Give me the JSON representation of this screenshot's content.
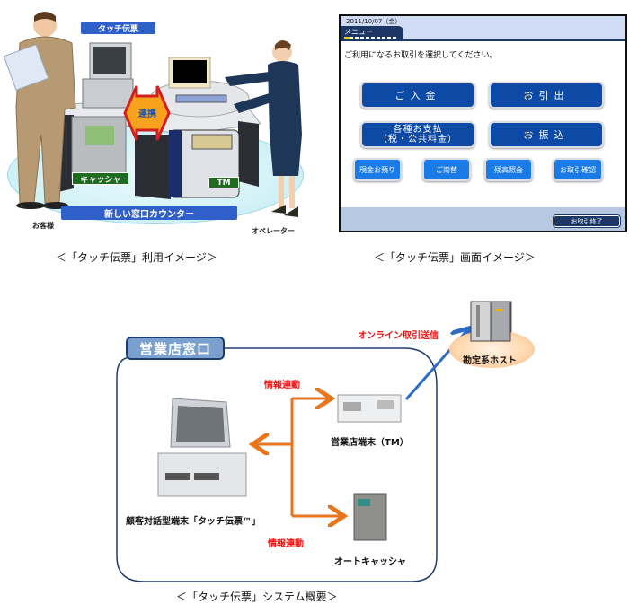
{
  "usage_image": {
    "label_touch_denpyo": "タッチ伝票",
    "label_renkei": "連携",
    "label_cashier": "キャッシャ",
    "label_tm": "TM",
    "label_counter": "新しい窓口カウンター",
    "label_customer": "お客様",
    "label_operator": "オペレーター",
    "caption": "＜「タッチ伝票」利用イメージ＞"
  },
  "screen_image": {
    "date": "2011/10/07（金）",
    "tab_label": "メニュー",
    "instruction": "ご利用になるお取引を選択してください。",
    "big_buttons": [
      {
        "label": "ご入金"
      },
      {
        "label": "お引出"
      },
      {
        "label_line1": "各種お支払",
        "label_line2": "（税・公共料金）"
      },
      {
        "label": "お振込"
      }
    ],
    "small_buttons": [
      {
        "label": "現金お預り"
      },
      {
        "label": "ご両替"
      },
      {
        "label": "残高照会"
      },
      {
        "label": "お取引確認"
      }
    ],
    "end_button": "お取引終了",
    "caption": "＜「タッチ伝票」画面イメージ＞"
  },
  "system_overview": {
    "branch_window": "営業店窓口",
    "online_send": "オンライン取引送信",
    "host": "勘定系ホスト",
    "info_link_top": "情報連動",
    "info_link_bottom": "情報連動",
    "tm_terminal": "営業店端末（TM）",
    "touch_terminal": "顧客対話型端末「タッチ伝票™」",
    "auto_cashier": "オートキャッシャ",
    "caption": "＜「タッチ伝票」システム概要＞"
  },
  "colors": {
    "screen_navy": "#1c3766",
    "button_dark_blue": "#0c4aa5",
    "button_light_blue": "#1a7be6",
    "arrow_orange": "#e8741c",
    "label_red": "#ee1111",
    "link_blue": "#2c6cc4"
  }
}
